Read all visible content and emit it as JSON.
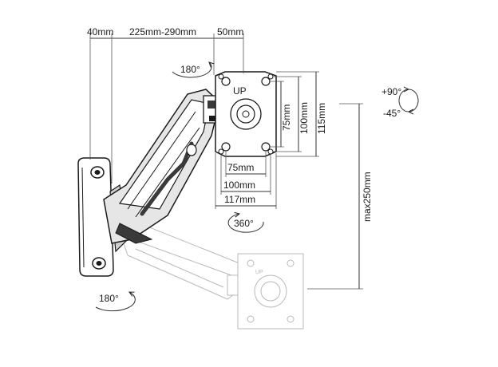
{
  "dimensions": {
    "top_left": "40mm",
    "top_middle": "225mm-290mm",
    "top_right": "50mm",
    "vesa_h_75": "75mm",
    "vesa_h_100": "100mm",
    "vesa_h_117": "117mm",
    "vesa_v_75": "75mm",
    "vesa_v_100": "100mm",
    "vesa_v_115": "115mm",
    "height_adjust": "max250mm"
  },
  "rotations": {
    "top": "180°",
    "bottom": "180°",
    "swivel": "360°",
    "tilt_up": "+90°",
    "tilt_down": "-45°"
  },
  "plate_label": "UP",
  "colors": {
    "line": "#1a1a1a",
    "ghost": "#b9b9b9",
    "arm_dark": "#3a3a3a"
  }
}
